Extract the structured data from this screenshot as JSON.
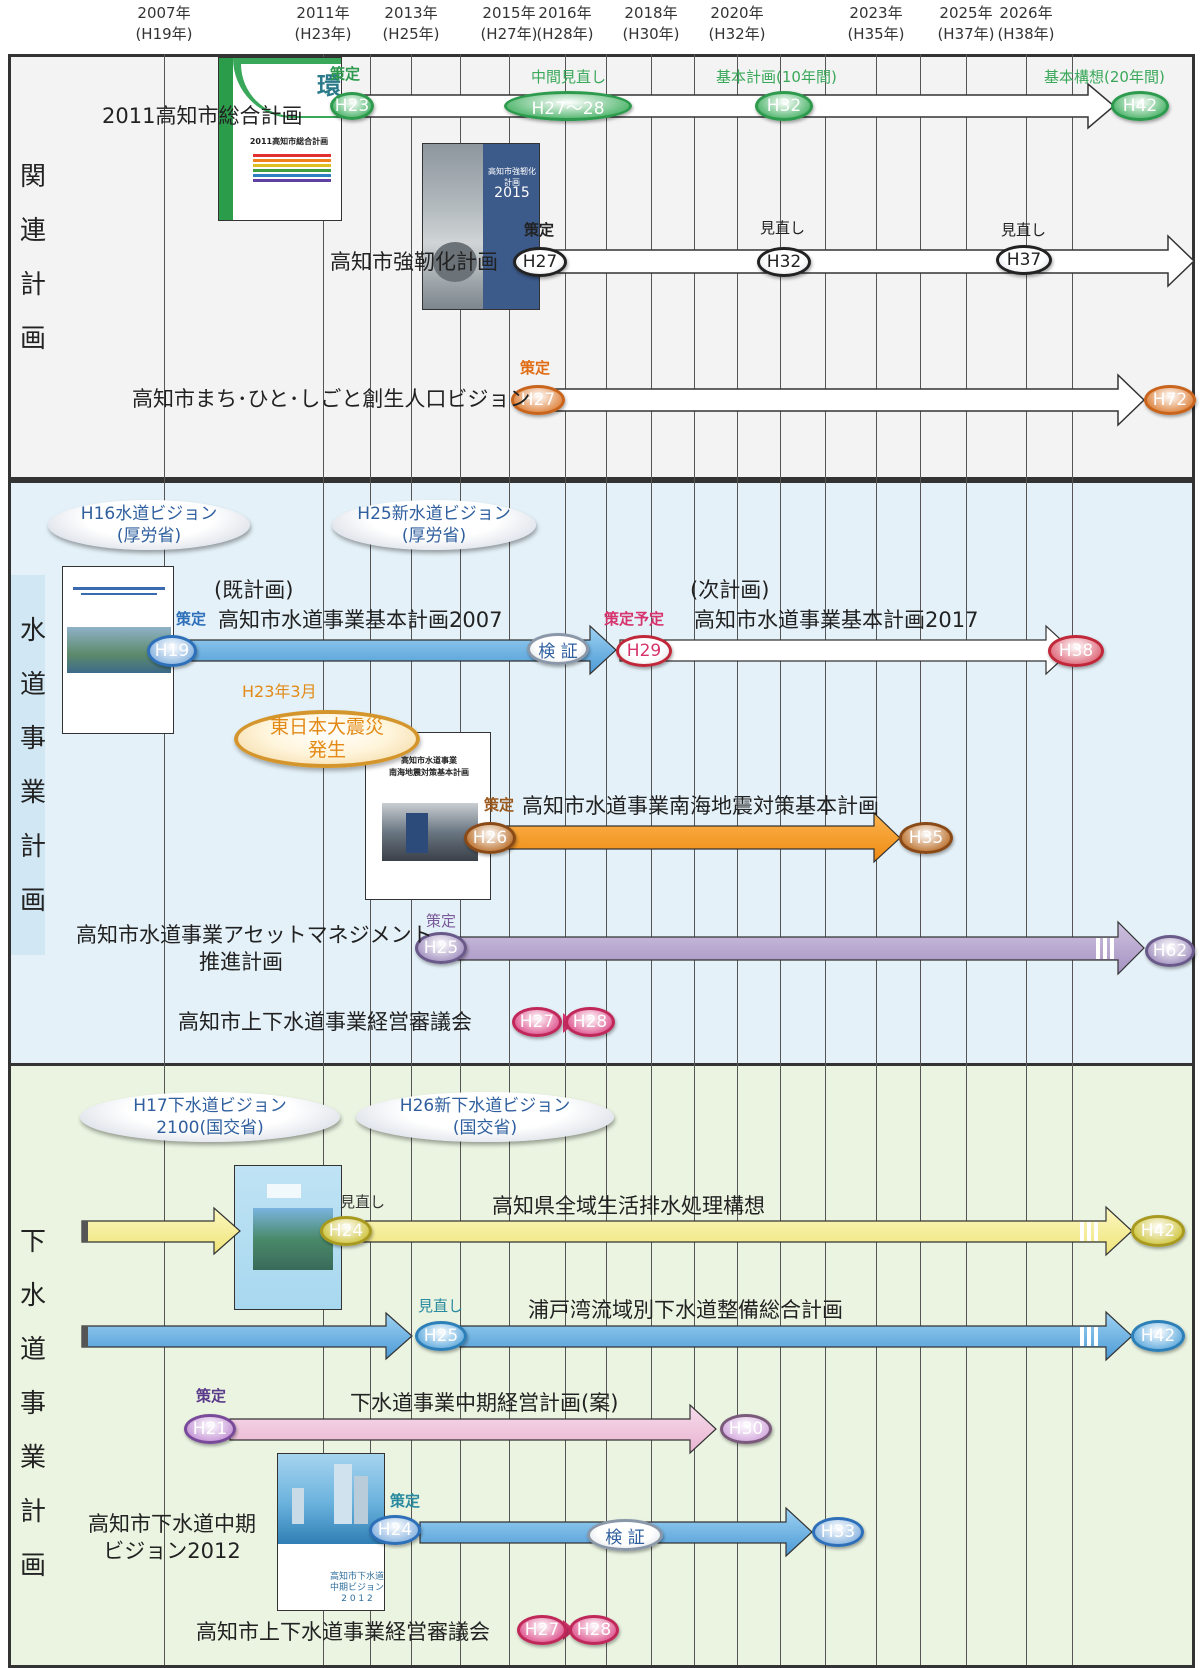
{
  "years": [
    {
      "year": "2007年",
      "era": "(H19年)"
    },
    {
      "year": "2011年",
      "era": "(H23年)"
    },
    {
      "year": "2013年",
      "era": "(H25年)"
    },
    {
      "year": "2015年",
      "era": "(H27年)"
    },
    {
      "year": "2016年",
      "era": "(H28年)"
    },
    {
      "year": "2018年",
      "era": "(H30年)"
    },
    {
      "year": "2020年",
      "era": "(H32年)"
    },
    {
      "year": "2023年",
      "era": "(H35年)"
    },
    {
      "year": "2025年",
      "era": "(H37年)"
    },
    {
      "year": "2026年",
      "era": "(H38年)"
    }
  ],
  "sections": {
    "related": "関連計画",
    "water": "水道事業計画",
    "sewer": "下水道事業計画"
  },
  "related": {
    "sogo": {
      "label": "2011高知市総合計画",
      "note_start": "策定",
      "start": "H23",
      "mid_note": "中間見直し",
      "mid": "H27〜28",
      "plan_note": "基本計画(10年間)",
      "plan": "H32",
      "vision_note": "基本構想(20年間)",
      "end": "H42",
      "cover_mark": "環",
      "cover_title": "2011高知市総合計画"
    },
    "kyojin": {
      "label": "高知市強靭化計画",
      "note_start": "策定",
      "start": "H27",
      "note_mid": "見直し",
      "mid": "H32",
      "note_end": "見直し",
      "end": "H37",
      "cover_title": "高知市強靭化計画",
      "cover_year": "2015"
    },
    "machi": {
      "label": "高知市まち･ひと･しごと創生人口ビジョン",
      "note_start": "策定",
      "start": "H27",
      "end": "H72"
    }
  },
  "water": {
    "vision_h16": {
      "line1": "H16水道ビジョン",
      "line2": "(厚労省)"
    },
    "vision_h25": {
      "line1": "H25新水道ビジョン",
      "line2": "(厚労省)"
    },
    "basic2007": {
      "prefix": "(既計画)",
      "label": "高知市水道事業基本計画2007",
      "note_start": "策定",
      "start": "H19",
      "verify": "検 証"
    },
    "basic2017": {
      "prefix": "(次計画)",
      "label": "高知市水道事業基本計画2017",
      "note_start": "策定予定",
      "start": "H29",
      "end": "H38"
    },
    "quake": {
      "date": "H23年3月",
      "line1": "東日本大震災",
      "line2": "発生"
    },
    "nankai": {
      "label": "高知市水道事業南海地震対策基本計画",
      "note_start": "策定",
      "start": "H26",
      "end": "H35",
      "cover_title1": "高知市水道事業",
      "cover_title2": "南海地震対策基本計画"
    },
    "asset": {
      "label1": "高知市水道事業アセットマネジメント",
      "label2": "推進計画",
      "note_start": "策定",
      "start": "H25",
      "end": "H62"
    },
    "council": {
      "label": "高知市上下水道事業経営審議会",
      "start": "H27",
      "end": "H28"
    }
  },
  "sewer": {
    "vision_h17": {
      "line1": "H17下水道ビジョン",
      "line2": "2100(国交省)"
    },
    "vision_h26": {
      "line1": "H26新下水道ビジョン",
      "line2": "(国交省)"
    },
    "kenzen": {
      "label": "高知県全域生活排水処理構想",
      "note_start": "見直し",
      "start": "H24",
      "end": "H42"
    },
    "urado": {
      "label": "浦戸湾流域別下水道整備総合計画",
      "note_start": "見直し",
      "start": "H25",
      "end": "H42"
    },
    "chuki": {
      "label": "下水道事業中期経営計画(案)",
      "note_start": "策定",
      "start": "H21",
      "end": "H30"
    },
    "vision2012": {
      "label1": "高知市下水道中期",
      "label2": "ビジョン2012",
      "note_start": "策定",
      "start": "H24",
      "verify": "検 証",
      "end": "H33",
      "cover_title1": "高知市下水道",
      "cover_title2": "中期ビジョン",
      "cover_year": "2 0 1 2"
    },
    "council": {
      "label": "高知市上下水道事業経営審議会",
      "start": "H27",
      "end": "H28"
    }
  },
  "colors": {
    "green": "#2e9a4e",
    "black": "#222222",
    "orange": "#d96a1e",
    "blue": "#2d6fb8",
    "red": "#c0283a",
    "pink": "#d6336c",
    "brown": "#9a5a1e",
    "purple": "#7a5a9a",
    "sky": "#5aa2d8",
    "yellow": "#f6f09a",
    "lilac": "#b9a7cf",
    "pinkbar": "#efc6dc",
    "orangebar": "#f59a1e",
    "teal": "#2a8aa0"
  }
}
